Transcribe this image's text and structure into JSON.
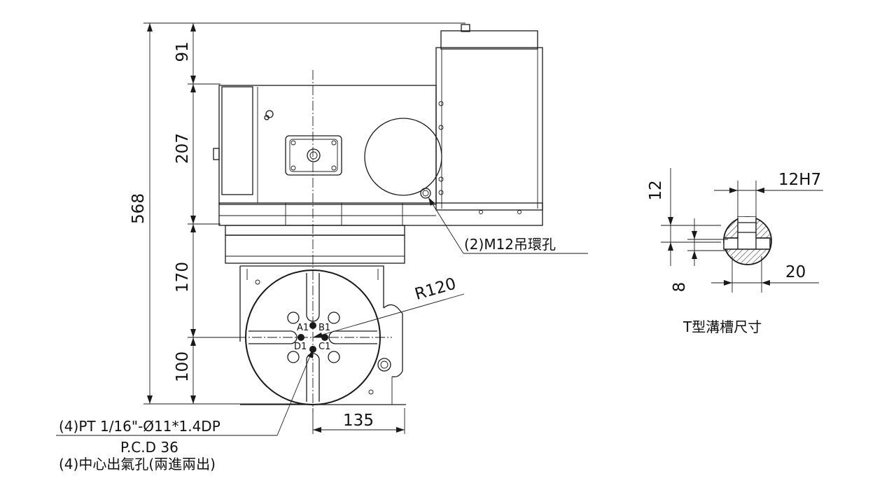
{
  "dimensions": {
    "d91": "91",
    "d207": "207",
    "d568": "568",
    "d170": "170",
    "d100": "100",
    "d135": "135",
    "d12": "12",
    "d12h7": "12H7",
    "d20": "20",
    "d8": "8",
    "r120": "R120"
  },
  "notes": {
    "lifting_hole": "(2)M12吊環孔",
    "port_thread": "(4)PT 1/16\"-Ø11*1.4DP",
    "pcd": "P.C.D 36",
    "air_holes": "(4)中心出氣孔(兩進兩出)",
    "tslot_title": "T型溝槽尺寸"
  },
  "ports": {
    "a1": "A1",
    "b1": "B1",
    "c1": "C1",
    "d1": "D1"
  }
}
